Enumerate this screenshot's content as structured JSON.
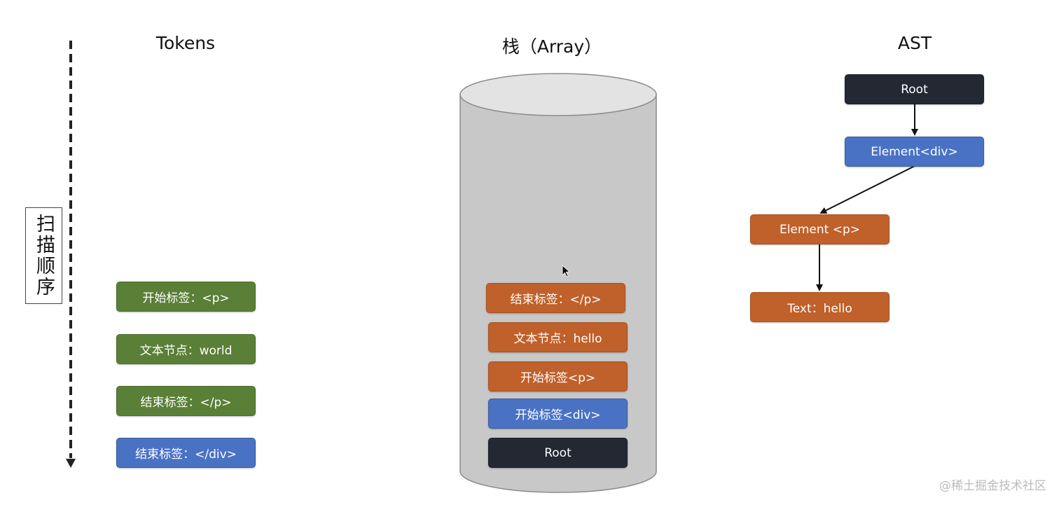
{
  "headings": {
    "tokens": "Tokens",
    "stack": "栈（Array）",
    "ast": "AST"
  },
  "scan_order_label": "扫描顺序",
  "tokens": [
    {
      "label": "开始标签：<p>",
      "color": "#5a7f37"
    },
    {
      "label": "文本节点：world",
      "color": "#5a7f37"
    },
    {
      "label": "结束标签：</p>",
      "color": "#5a7f37"
    },
    {
      "label": "结束标签：</div>",
      "color": "#4a72c4"
    }
  ],
  "stack": [
    {
      "label": "结束标签：</p>",
      "color": "#c0602a"
    },
    {
      "label": "文本节点：hello",
      "color": "#c0602a"
    },
    {
      "label": "开始标签<p>",
      "color": "#c0602a"
    },
    {
      "label": "开始标签<div>",
      "color": "#4a72c4"
    },
    {
      "label": "Root",
      "color": "#232833"
    }
  ],
  "ast": [
    {
      "label": "Root",
      "color": "#232833"
    },
    {
      "label": "Element<div>",
      "color": "#4a72c4"
    },
    {
      "label": "Element <p>",
      "color": "#c0602a"
    },
    {
      "label": "Text：hello",
      "color": "#c0602a"
    }
  ],
  "watermark": "@稀土掘金技术社区",
  "colors": {
    "cylinder_fill": "#c8c8c8",
    "cylinder_top": "#e3e3e3",
    "cylinder_stroke": "#8c8c8c"
  },
  "icons": [
    "scan-direction-arrow-icon",
    "mouse-cursor-icon"
  ]
}
